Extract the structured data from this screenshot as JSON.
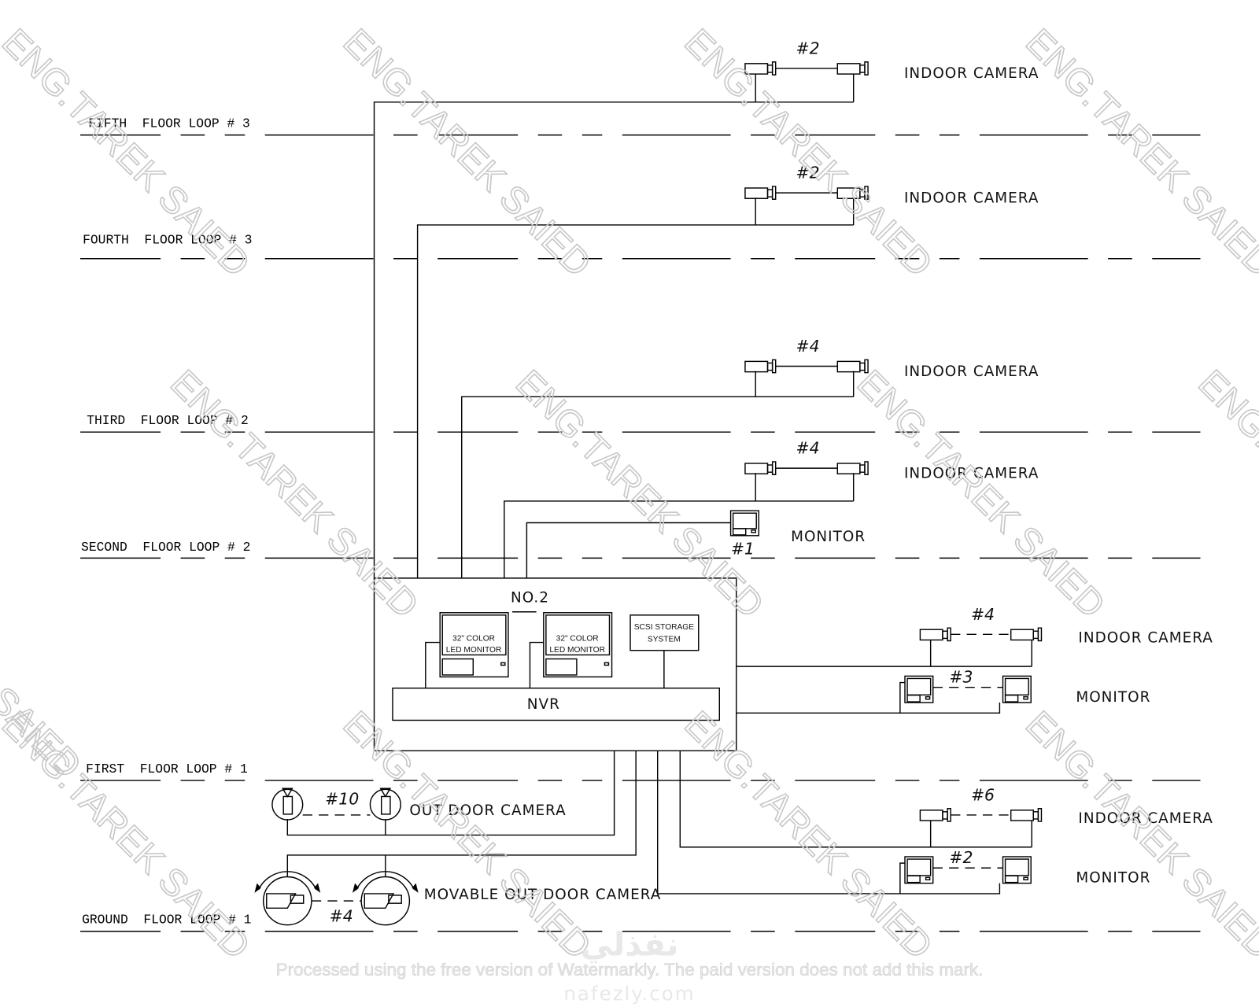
{
  "floors": [
    {
      "label": "FIFTH  FLOOR LOOP # 3"
    },
    {
      "label": "FOURTH  FLOOR LOOP # 3"
    },
    {
      "label": "THIRD  FLOOR LOOP # 2"
    },
    {
      "label": "SECOND  FLOOR LOOP # 2"
    },
    {
      "label": "FIRST  FLOOR LOOP # 1"
    },
    {
      "label": "GROUND  FLOOR LOOP # 1"
    }
  ],
  "indoor_cameras": [
    {
      "count": "#2",
      "label": "INDOOR CAMERA"
    },
    {
      "count": "#2",
      "label": "INDOOR CAMERA"
    },
    {
      "count": "#4",
      "label": "INDOOR CAMERA"
    },
    {
      "count": "#4",
      "label": "INDOOR CAMERA"
    },
    {
      "count": "#4",
      "label": "INDOOR CAMERA"
    },
    {
      "count": "#6",
      "label": "INDOOR CAMERA"
    }
  ],
  "monitors": [
    {
      "count": "#1",
      "label": "MONITOR"
    },
    {
      "count": "#3",
      "label": "MONITOR"
    },
    {
      "count": "#2",
      "label": "MONITOR"
    }
  ],
  "control_room": {
    "title": "NO.2",
    "monitor_1": [
      "32\" COLOR",
      "LED MONITOR"
    ],
    "monitor_2": [
      "32\" COLOR",
      "LED MONITOR"
    ],
    "storage": [
      "SCSI STORAGE",
      "SYSTEM"
    ],
    "nvr": "NVR"
  },
  "outdoor": {
    "count": "#10",
    "label": "OUT DOOR CAMERA"
  },
  "movable": {
    "count": "#4",
    "label": "MOVABLE OUT DOOR CAMERA"
  },
  "watermark": {
    "author": "ENG.TAREK SAIED",
    "notice": "Processed using the free version of Watermarkly. The paid version does not add this mark.",
    "brand_ar": "نفذلي",
    "brand_url": "nafezly.com"
  }
}
